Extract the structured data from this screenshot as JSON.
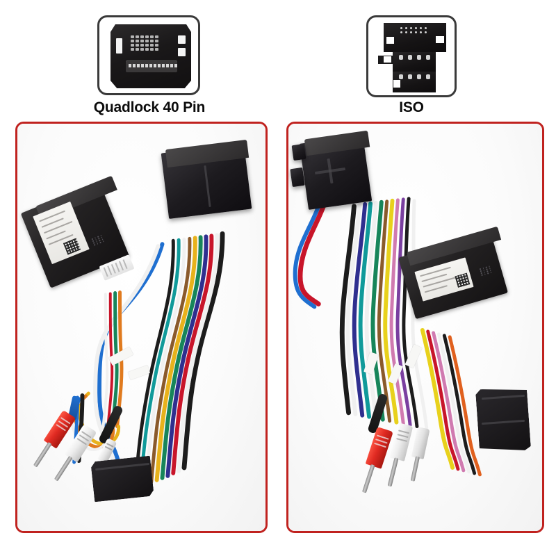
{
  "image": {
    "background_color": "#ffffff",
    "panel_border_color": "#c0221f",
    "thumb_border_color": "#3a3a3a"
  },
  "variants": [
    {
      "id": "quadlock-40-pin",
      "caption": "Quadlock 40 Pin",
      "thumbnail_name": "quadlock-40-pin-connector-thumbnail",
      "panel_name": "quadlock-harness-panel",
      "photo_alt": "Quadlock 40 pin car stereo wiring harness with canbus decoder box, colored wires and RCA plugs",
      "components": [
        {
          "name": "canbus-decoder-module",
          "color": "#232122"
        },
        {
          "name": "quadlock-connector-block",
          "color": "#1d1b1f"
        },
        {
          "name": "iso-power-connector",
          "color": "#111111"
        },
        {
          "name": "rca-plug-red",
          "color": "#e02a22"
        },
        {
          "name": "rca-plug-white",
          "color": "#f2f2f2"
        },
        {
          "name": "antenna-lead",
          "color": "#1a1a1a"
        }
      ],
      "wire_colors": [
        "#1c1c1c",
        "#f2f2f2",
        "#c8152a",
        "#e8b21c",
        "#1f6fd0",
        "#17855a",
        "#7a3fa0",
        "#8a5a2b",
        "#d07ab0",
        "#2f2f8f",
        "#109a9a",
        "#e07a1e"
      ]
    },
    {
      "id": "iso",
      "caption": "ISO",
      "thumbnail_name": "iso-connector-thumbnail",
      "panel_name": "iso-harness-panel",
      "photo_alt": "ISO car stereo wiring harness with canbus decoder box, colored wires and RCA plugs",
      "components": [
        {
          "name": "canbus-decoder-module",
          "color": "#232122"
        },
        {
          "name": "iso-connector-block",
          "color": "#1d1b1f"
        },
        {
          "name": "iso-power-connector",
          "color": "#111111"
        },
        {
          "name": "rca-plug-red",
          "color": "#e02a22"
        },
        {
          "name": "rca-plug-white",
          "color": "#f2f2f2"
        },
        {
          "name": "antenna-lead",
          "color": "#1a1a1a"
        }
      ],
      "wire_colors": [
        "#1c1c1c",
        "#f2f2f2",
        "#c8152a",
        "#e8d11c",
        "#1f6fd0",
        "#17855a",
        "#7a3fa0",
        "#8a5a2b",
        "#d07ab0",
        "#2f2f8f",
        "#109a9a",
        "#e0601e"
      ]
    }
  ]
}
